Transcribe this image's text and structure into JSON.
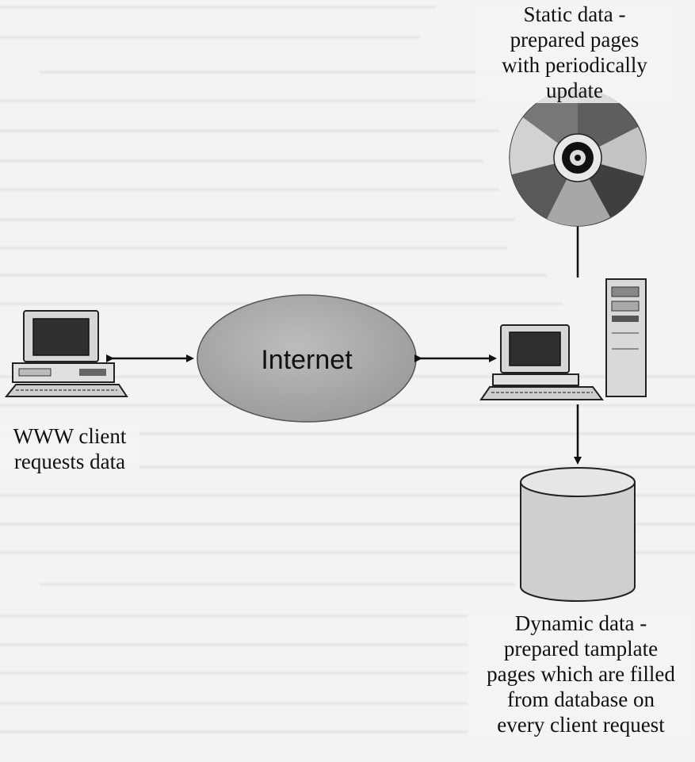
{
  "diagram": {
    "internet_label": "Internet",
    "static_data": [
      "Static data -",
      "prepared pages",
      "with periodically",
      "update"
    ],
    "client": [
      "WWW client",
      "requests data"
    ],
    "dynamic_data": [
      "Dynamic data -",
      "prepared tamplate",
      "pages which are filled",
      "from database on",
      "every client request"
    ]
  },
  "colors": {
    "background": "#f3f3f3",
    "cloud": "#a9a9a9",
    "text": "#111111"
  }
}
